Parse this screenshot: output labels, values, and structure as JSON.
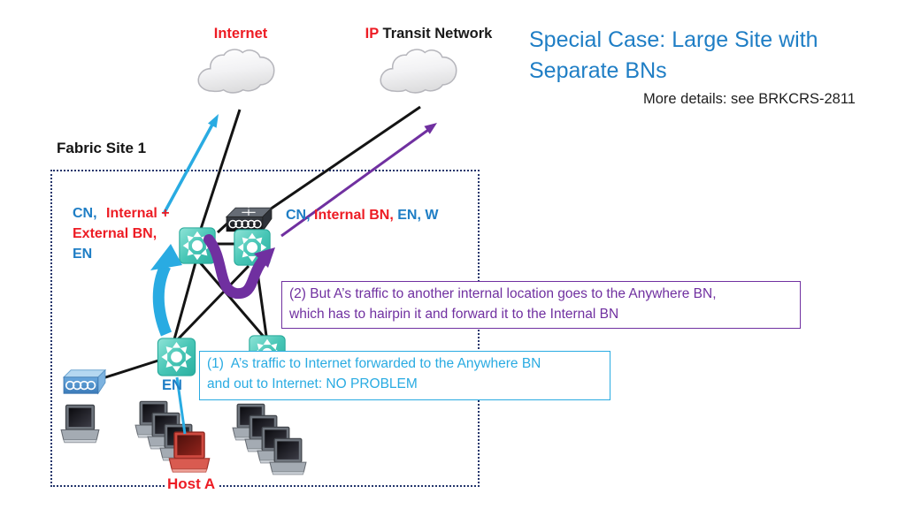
{
  "slide": {
    "title_line1": "Special Case: Large Site with",
    "title_line2": "Separate BNs",
    "subtitle": "More details: see BRKCRS-2811"
  },
  "clouds": {
    "internet_label": "Internet",
    "transit_label_ip": "IP",
    "transit_label_rest": " Transit Network"
  },
  "fabric": {
    "label": "Fabric Site 1"
  },
  "nodes": {
    "anywhere_bn": {
      "p1": "CN,",
      "p2": "Internal +",
      "p3": "External BN,",
      "p4": "EN"
    },
    "internal_bn": {
      "p1": "CN, ",
      "p2": "Internal BN,",
      "p3": " EN, W"
    },
    "edge_node": "EN",
    "host": "Host A"
  },
  "callouts": {
    "c1_line1": "(1)  A’s traffic to Internet forwarded to the Anywhere BN",
    "c1_line2": "and out to Internet: NO PROBLEM",
    "c2_line1": "(2) But A’s traffic to another internal location goes to the Anywhere BN,",
    "c2_line2": "which has to hairpin it and forward it to the Internal BN"
  },
  "icons": {
    "fabric_node": "teal-square-radiating-arrows",
    "core_switch": "dark-3d-switch-interlocked-rings",
    "access_switch": "blue-3d-switch-interlocked-rings",
    "cloud": "cloud-outline",
    "laptop": "laptop",
    "host_laptop": "red-laptop"
  },
  "colors": {
    "title_blue": "#1F7EC5",
    "red": "#ED1C24",
    "purple": "#7030A0",
    "cyan": "#29ABE2",
    "teal": "#3CBFB0",
    "boundary_navy": "#23356B",
    "line_black": "#141414"
  }
}
